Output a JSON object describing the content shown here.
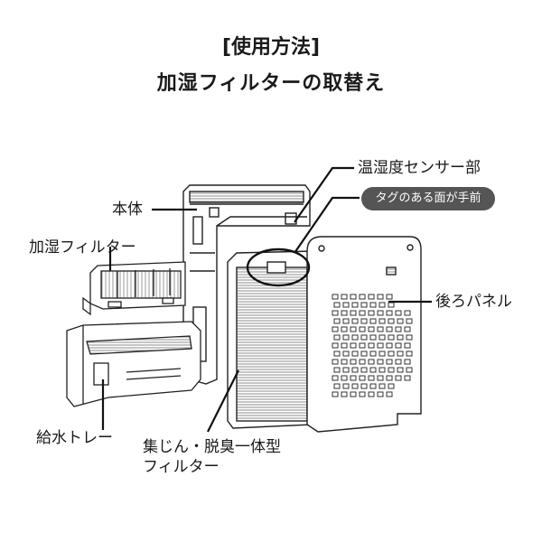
{
  "header": {
    "title": "[使用方法]",
    "subtitle": "加湿フィルターの取替え"
  },
  "labels": {
    "body": "本体",
    "humidify_filter": "加湿フィルター",
    "water_tray": "給水トレー",
    "sensor": "温湿度センサー部",
    "tag_note": "タグのある面が手前",
    "back_panel": "後ろパネル",
    "dust_filter_line1": "集じん・脱臭一体型",
    "dust_filter_line2": "フィルター"
  },
  "colors": {
    "line": "#222222",
    "hatch": "#b0b0b0",
    "pill": "#555555"
  }
}
